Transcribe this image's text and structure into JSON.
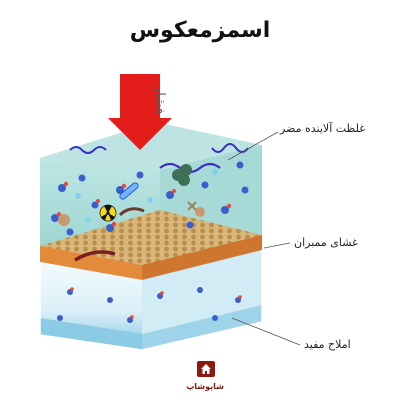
{
  "title": "اسمزمعکوس",
  "labels": {
    "pressure": "فشار",
    "contaminant_solution": "غلظت آلاینده مضر",
    "membrane": "غشای ممبران",
    "beneficial_minerals": "املاح مفید"
  },
  "logo": {
    "text": "شاپوشاپ",
    "icon": "house-icon"
  },
  "colors": {
    "arrow": "#e31d1a",
    "membrane": "#e48a3b",
    "membrane_grid": "#c7a466",
    "upper_water": "#a9dcdb",
    "lower_water": "#e9f6fa",
    "bottom_water": "#8ccbe4"
  }
}
